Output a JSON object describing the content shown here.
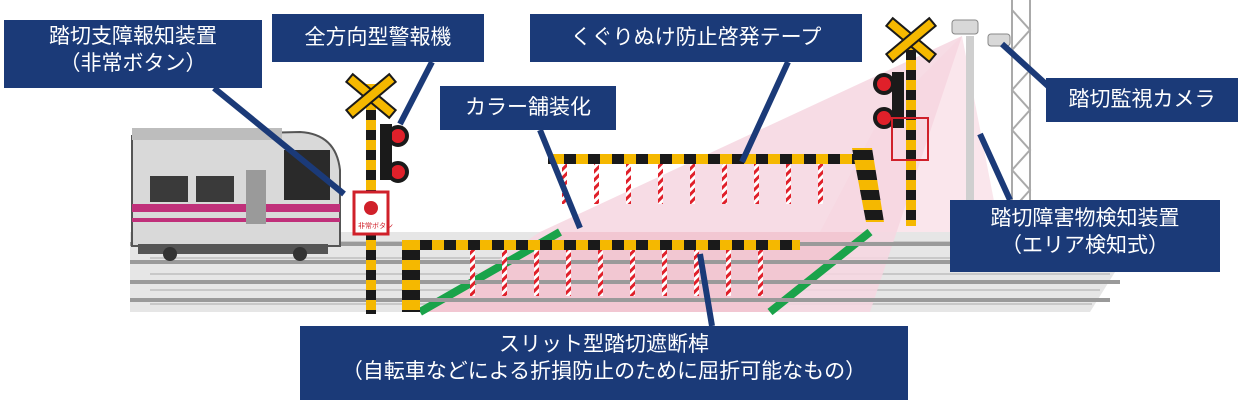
{
  "callouts": {
    "emergency_button": {
      "line1": "踏切支障報知装置",
      "line2": "（非常ボタン）"
    },
    "alarm": {
      "line1": "全方向型警報機"
    },
    "tape": {
      "line1": "くぐりぬけ防止啓発テープ"
    },
    "paving": {
      "line1": "カラー舗装化"
    },
    "camera": {
      "line1": "踏切監視カメラ"
    },
    "obstacle_detector": {
      "line1": "踏切障害物検知装置",
      "line2": "（エリア検知式）"
    },
    "barrier": {
      "line1": "スリット型踏切遮断棹",
      "line2": "（自転車などによる折損防止のために屈折可能なもの）"
    }
  },
  "emergency_button_text": "非常ボタン",
  "colors": {
    "callout_bg": "#1b3a78",
    "callout_text": "#ffffff",
    "barrier_yellow": "#f5b800",
    "barrier_black": "#1a1a1a",
    "barrier_red": "#e0202a",
    "paving_pink": "#f2c7d2",
    "paving_green": "#1aa34a",
    "detection_zone": "#f6d6e0",
    "signal_red": "#e0202a",
    "train_stripe": "#c0307a",
    "rail": "#9a9a9a"
  },
  "icons": [
    "railway-crossing-signal-icon",
    "surveillance-camera-icon",
    "emergency-button-icon"
  ]
}
